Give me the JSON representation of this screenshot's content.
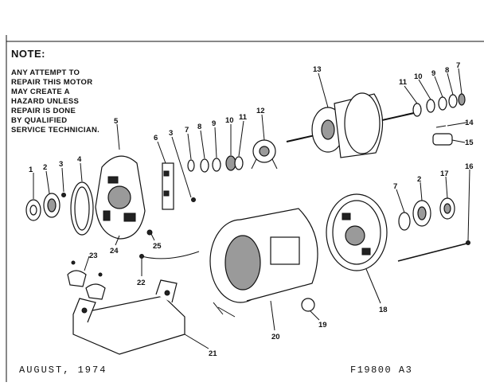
{
  "note": {
    "title": "NOTE:",
    "lines": [
      "ANY ATTEMPT TO",
      "REPAIR THIS MOTOR",
      "MAY CREATE A",
      "HAZARD UNLESS",
      "REPAIR IS DONE",
      "BY QUALIFIED",
      "SERVICE TECHNICIAN."
    ]
  },
  "footer": {
    "date": "AUGUST,  1974",
    "code": "F19800 A3"
  },
  "callouts": [
    "1",
    "2",
    "3",
    "4",
    "5",
    "6",
    "3",
    "7",
    "8",
    "9",
    "10",
    "11",
    "12",
    "13",
    "11",
    "10",
    "9",
    "8",
    "7",
    "14",
    "15",
    "16",
    "17",
    "2",
    "7",
    "18",
    "19",
    "20",
    "21",
    "22",
    "23",
    "24",
    "25"
  ]
}
